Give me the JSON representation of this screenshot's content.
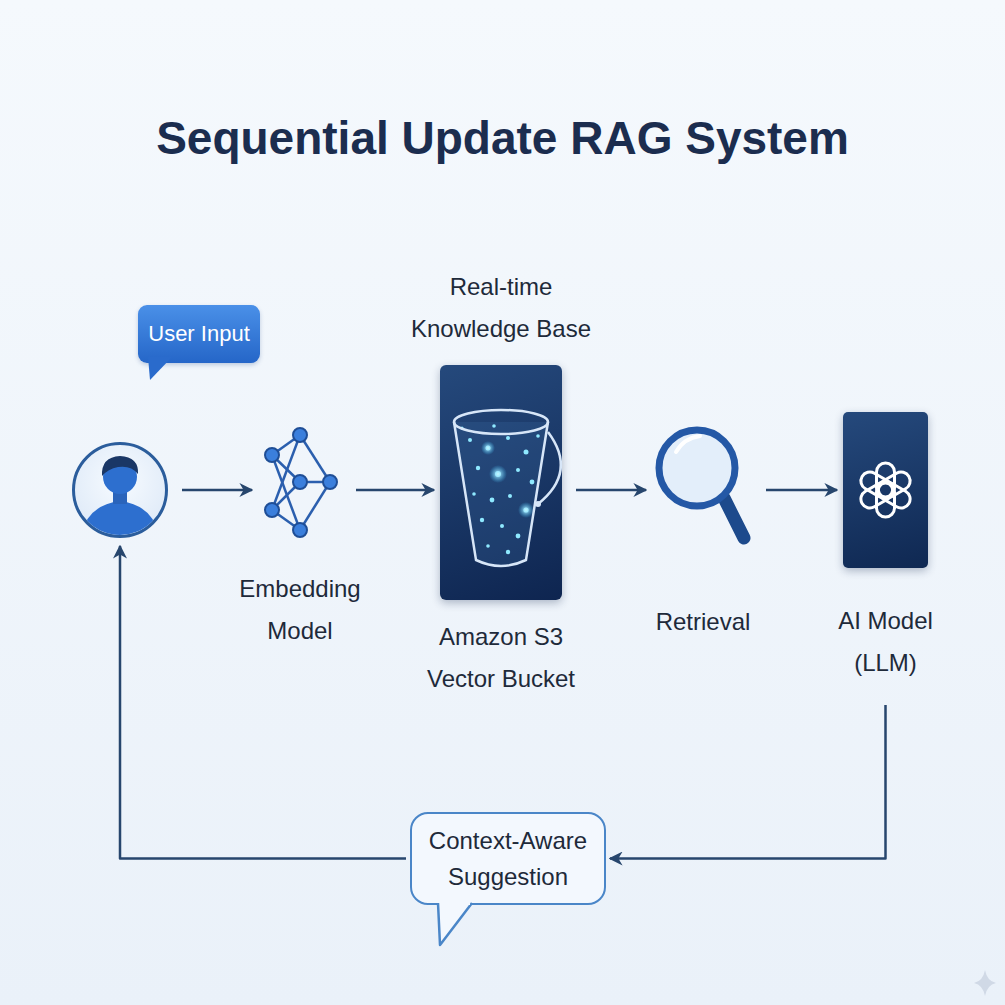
{
  "diagram": {
    "title": "Sequential Update RAG System",
    "nodes": [
      {
        "text": [
          "User Input"
        ]
      },
      {
        "text": [
          "Embedding Model"
        ]
      },
      {
        "text": [
          "Real-time Knowledge Base",
          "Amazon S3 Vector Bucket"
        ]
      },
      {
        "text": [
          "Retrieval"
        ]
      },
      {
        "text": [
          "AI Model (LLM)"
        ]
      },
      {
        "text": [
          "Context-Aware Suggestion"
        ]
      }
    ],
    "edges": [
      {
        "from": 0,
        "to": 1,
        "arrow": "to"
      },
      {
        "from": 1,
        "to": 2,
        "arrow": "to"
      },
      {
        "from": 2,
        "to": 3,
        "arrow": "to"
      },
      {
        "from": 3,
        "to": 4,
        "arrow": "to"
      },
      {
        "from": 4,
        "to": 5,
        "arrow": "to"
      },
      {
        "from": 5,
        "to": 0,
        "arrow": "to"
      }
    ]
  }
}
